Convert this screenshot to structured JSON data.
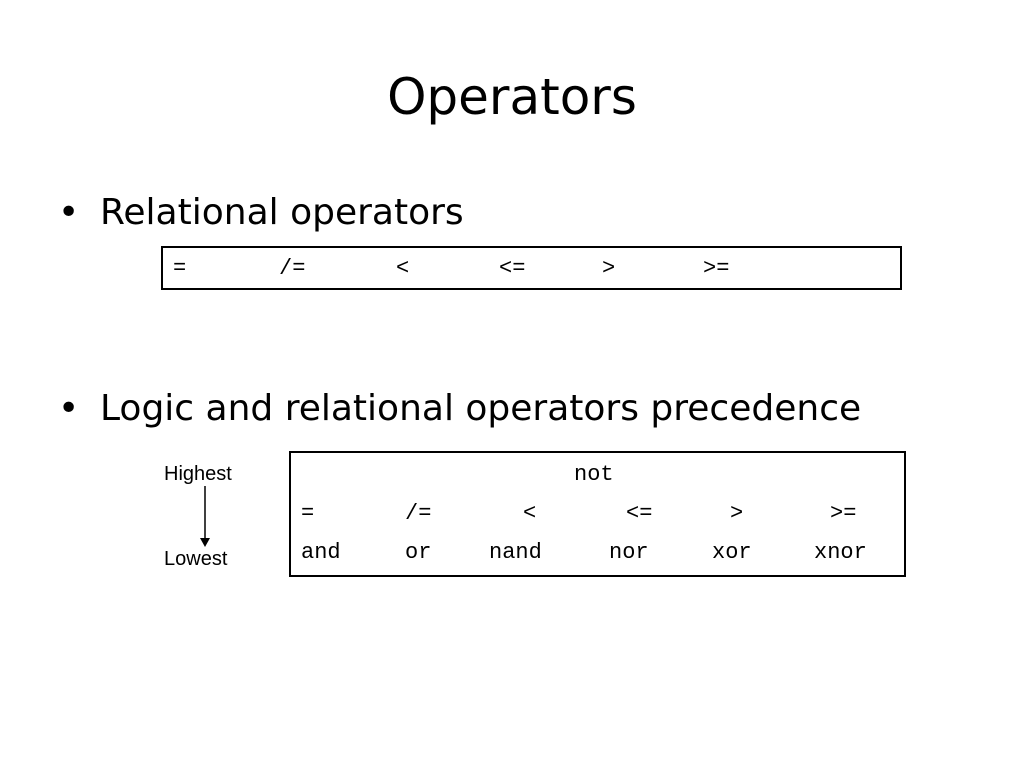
{
  "slide": {
    "title": "Operators",
    "bullets": [
      {
        "text": "Relational operators"
      },
      {
        "text": "Logic and relational operators precedence"
      }
    ]
  },
  "relational_operators": [
    "=",
    "/=",
    "<",
    "<=",
    ">",
    ">="
  ],
  "precedence": {
    "highest_label": "Highest",
    "lowest_label": "Lowest",
    "rows": [
      [
        "not"
      ],
      [
        "=",
        "/=",
        "<",
        "<=",
        ">",
        ">="
      ],
      [
        "and",
        "or",
        "nand",
        "nor",
        "xor",
        "xnor"
      ]
    ]
  }
}
